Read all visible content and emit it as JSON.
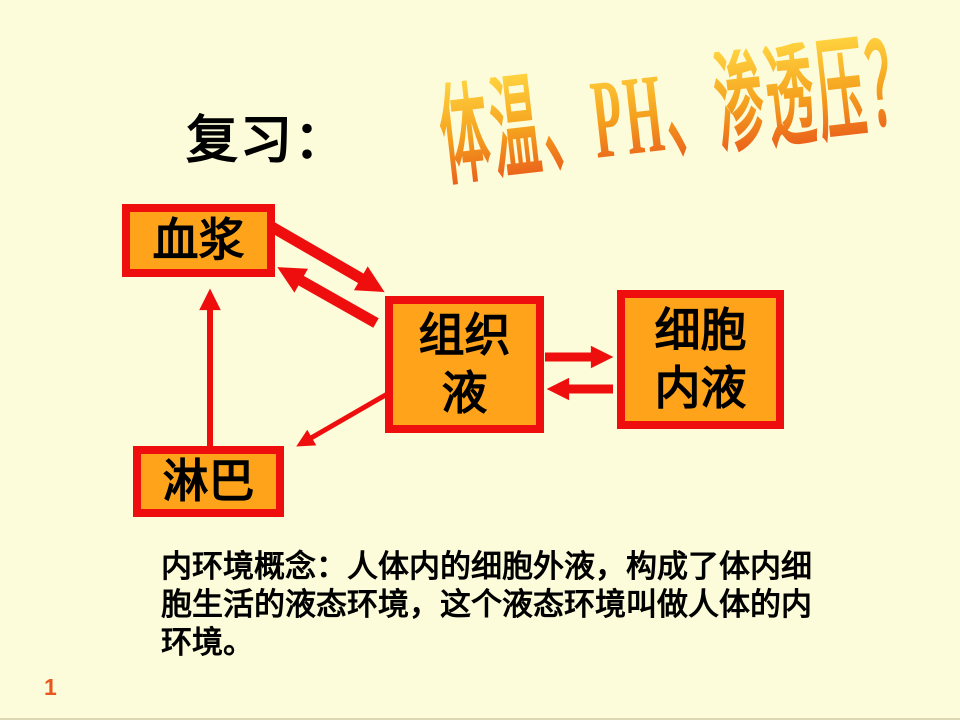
{
  "slide": {
    "page_number": "1"
  },
  "theme": {
    "background": "#FCFCDA",
    "box_fill": "#FFA41A",
    "box_border": "#EF0E0E",
    "arrow": "#EF0E0E",
    "page_number_color": "#E8571F",
    "wordart_top": "#FFD23F",
    "wordart_mid": "#F5A21E",
    "wordart_bottom": "#E8531A"
  },
  "heading": {
    "label": "复习："
  },
  "wordart": {
    "text": "体温、PH、渗透压？"
  },
  "diagram": {
    "nodes": [
      {
        "id": "plasma",
        "label": "血浆",
        "lines": [
          "血浆"
        ]
      },
      {
        "id": "tissue-fluid",
        "label": "组织液",
        "lines": [
          "组织",
          "液"
        ]
      },
      {
        "id": "intracellular-fluid",
        "label": "细胞内液",
        "lines": [
          "细胞",
          "内液"
        ]
      },
      {
        "id": "lymph",
        "label": "淋巴",
        "lines": [
          "淋巴"
        ]
      }
    ],
    "arrows": [
      {
        "from": "血浆",
        "to": "组织液"
      },
      {
        "from": "组织液",
        "to": "血浆"
      },
      {
        "from": "淋巴",
        "to": "血浆"
      },
      {
        "from": "组织液",
        "to": "淋巴"
      },
      {
        "from": "组织液",
        "to": "细胞内液"
      },
      {
        "from": "细胞内液",
        "to": "组织液"
      }
    ]
  },
  "note": {
    "lines": [
      "内环境概念：人体内的细胞外液，构成了体内细",
      "胞生活的液态环境，这个液态环境叫做人体的内",
      "环境。"
    ]
  }
}
